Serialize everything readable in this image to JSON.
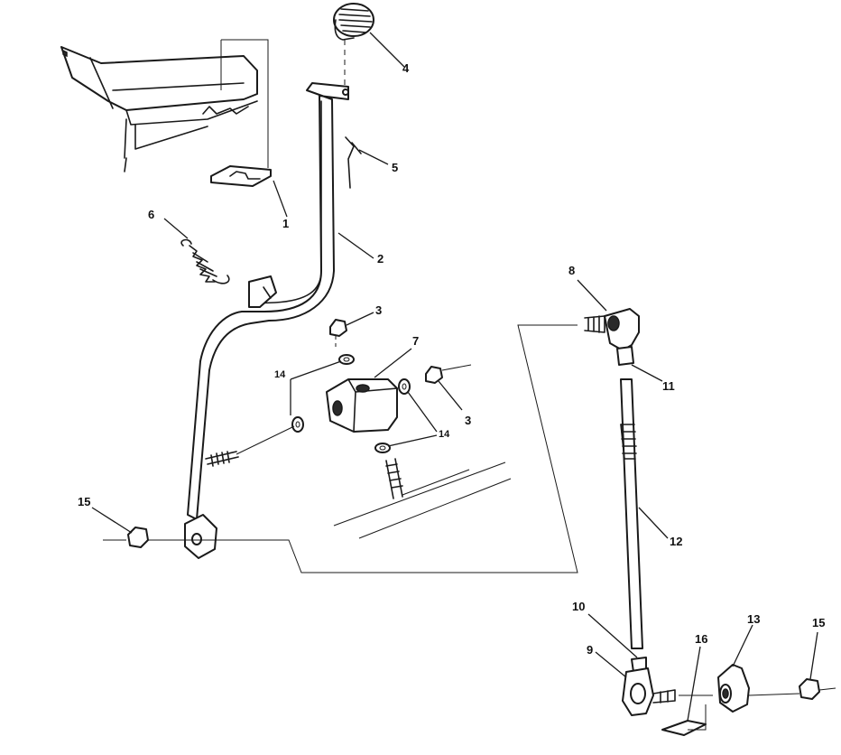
{
  "callouts": [
    {
      "id": "c1",
      "label": "1"
    },
    {
      "id": "c2",
      "label": "2"
    },
    {
      "id": "c3a",
      "label": "3"
    },
    {
      "id": "c3b",
      "label": "3"
    },
    {
      "id": "c4",
      "label": "4"
    },
    {
      "id": "c5",
      "label": "5"
    },
    {
      "id": "c6",
      "label": "6"
    },
    {
      "id": "c7",
      "label": "7"
    },
    {
      "id": "c8",
      "label": "8"
    },
    {
      "id": "c9",
      "label": "9"
    },
    {
      "id": "c10",
      "label": "10"
    },
    {
      "id": "c11",
      "label": "11"
    },
    {
      "id": "c12",
      "label": "12"
    },
    {
      "id": "c13",
      "label": "13"
    },
    {
      "id": "c14a",
      "label": "14"
    },
    {
      "id": "c14b",
      "label": "14"
    },
    {
      "id": "c15a",
      "label": "15"
    },
    {
      "id": "c15b",
      "label": "15"
    },
    {
      "id": "c16",
      "label": "16"
    }
  ]
}
